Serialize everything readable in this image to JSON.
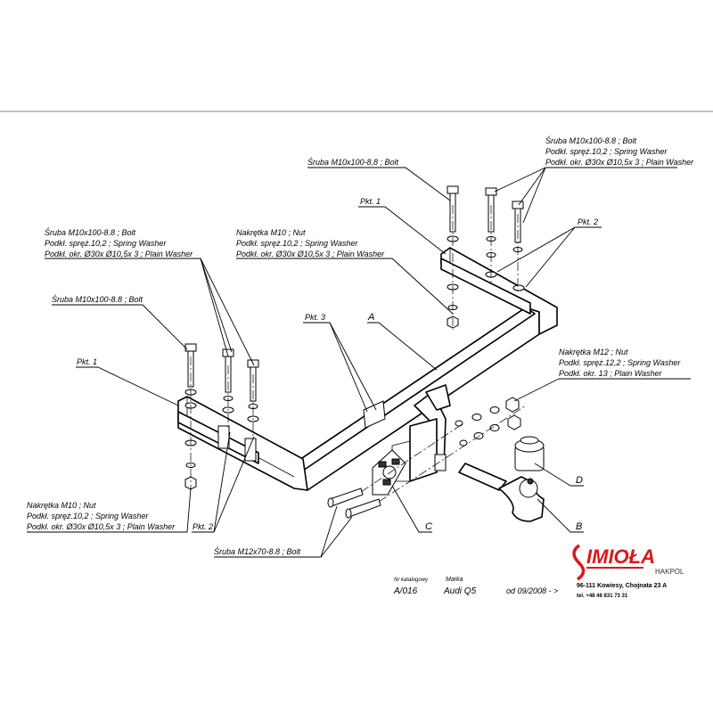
{
  "labels": {
    "bolt_top": "Śruba M10x100-8.8 ;  Bolt",
    "bolt_right_1": "Śruba M10x100-8.8 ;  Bolt",
    "bolt_right_2": "Podkł. spręż.10,2 ; Spring Washer",
    "bolt_right_3": "Podkł. okr.  Ø30x Ø10,5x 3 ; Plain Washer",
    "pkt1_top": "Pkt. 1",
    "pkt2_right": "Pkt. 2",
    "bolt_left_1": "Śruba M10x100-8.8 ;  Bolt",
    "bolt_left_2": "Podkł. spręż.10,2 ; Spring Washer",
    "bolt_left_3": "Podkł. okr.  Ø30x Ø10,5x 3 ; Plain Washer",
    "nut_mid_1": "Nakrętka  M10 ; Nut",
    "nut_mid_2": "Podkł. spręż.10,2 ; Spring Washer",
    "nut_mid_3": "Podkł. okr.  Ø30x Ø10,5x 3 ; Plain Washer",
    "bolt_left_single": "Śruba M10x100-8.8 ;  Bolt",
    "pkt3": "Pkt. 3",
    "part_a": "A",
    "pkt1_left": "Pkt. 1",
    "nut_right_1": "Nakrętka  M12 ; Nut",
    "nut_right_2": "Podkł. spręż.12,2 ; Spring Washer",
    "nut_right_3": "Podkł. okr. 13 ; Plain Washer",
    "part_d": "D",
    "nut_bottom_1": "Nakrętka  M10 ; Nut",
    "nut_bottom_2": "Podkł. spręż.10,2 ; Spring Washer",
    "nut_bottom_3": "Podkł. okr.  Ø30x Ø10,5x 3 ; Plain Washer",
    "pkt2_bottom": "Pkt. 2",
    "part_c": "C",
    "part_b": "B",
    "bolt_m12": "Śruba M12x70-8.8 ;  Bolt"
  },
  "footer": {
    "catalog_label": "Nr katalogowy",
    "catalog_value": "A/016",
    "brand_label": "Marka",
    "brand_value": "Audi Q5",
    "date_value": "od  09/2008 - >"
  },
  "company": {
    "logo_text": "IMIOŁA",
    "logo_sub": "HAKPOL",
    "address": "96-111 Kowiesy, Chojnata 23 A",
    "phone": "tel. +48 46 831 73 31",
    "logo_color": "#d7191c"
  }
}
